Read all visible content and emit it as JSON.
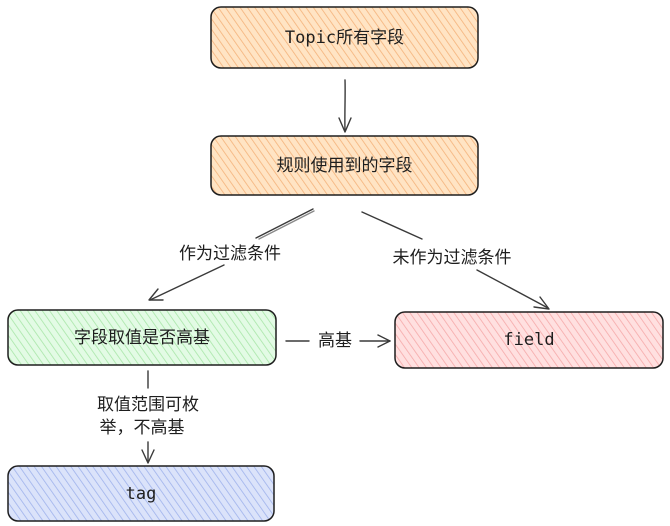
{
  "nodes": {
    "topic_fields": {
      "label": "Topic所有字段",
      "fill": "#ffd8a8"
    },
    "rule_fields": {
      "label": "规则使用到的字段",
      "fill": "#ffd8a8"
    },
    "high_cardinality_check": {
      "label": "字段取值是否高基",
      "fill": "#d3f9d8"
    },
    "field": {
      "label": "field",
      "fill": "#ffc9c9"
    },
    "tag": {
      "label": "tag",
      "fill": "#c5d2f5"
    }
  },
  "edges": {
    "as_filter": {
      "label": "作为过滤条件"
    },
    "not_as_filter": {
      "label": "未作为过滤条件"
    },
    "high_cardinality": {
      "label": "高基"
    },
    "enumerable": {
      "line1": "取值范围可枚",
      "line2": "举，不高基"
    }
  }
}
